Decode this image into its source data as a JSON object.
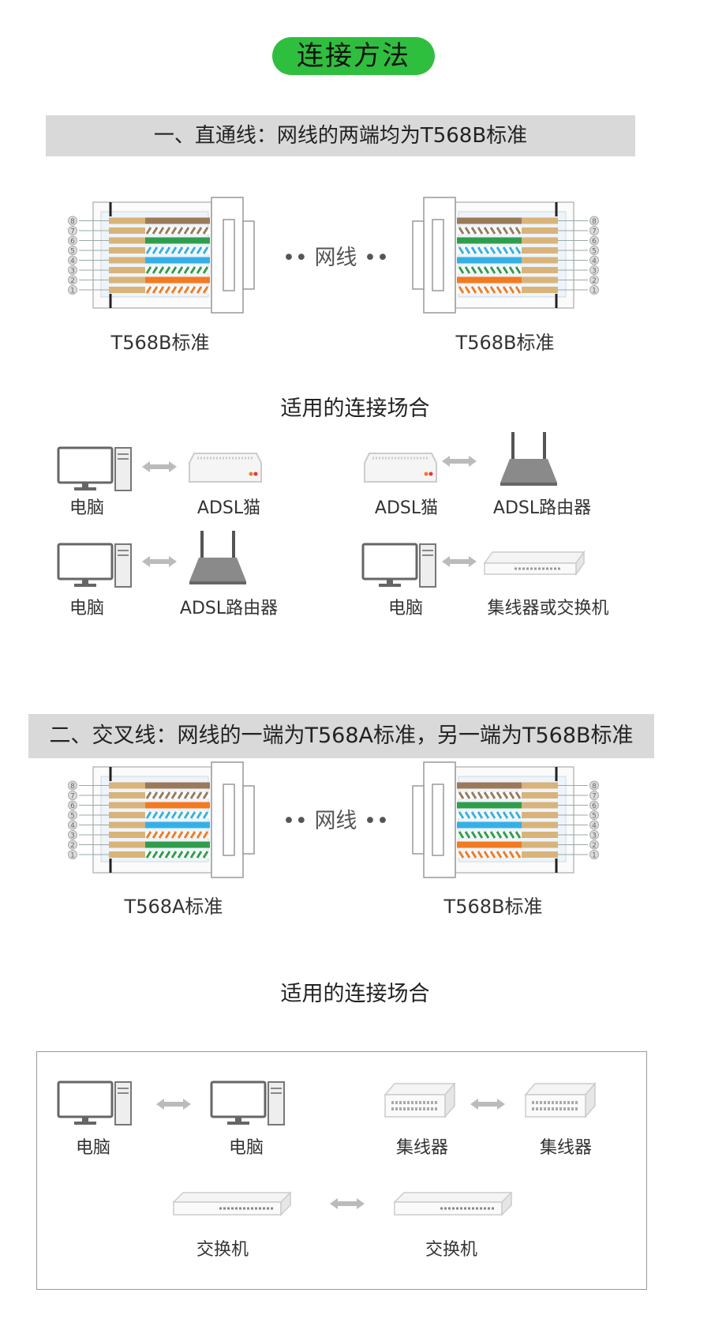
{
  "title": "连接方法",
  "section1": {
    "heading": "一、直通线：网线的两端均为T568B标准",
    "left_connector_label": "T568B标准",
    "right_connector_label": "T568B标准",
    "cable_label": "网线",
    "usage_title": "适用的连接场合",
    "pairs": [
      {
        "left": "电脑",
        "right": "ADSL猫"
      },
      {
        "left": "ADSL猫",
        "right": "ADSL路由器"
      },
      {
        "left": "电脑",
        "right": "ADSL路由器"
      },
      {
        "left": "电脑",
        "right": "集线器或交换机"
      }
    ]
  },
  "section2": {
    "heading": "二、交叉线：网线的一端为T568A标准，另一端为T568B标准",
    "left_connector_label": "T568A标准",
    "right_connector_label": "T568B标准",
    "cable_label": "网线",
    "usage_title": "适用的连接场合",
    "pairs": [
      {
        "left": "电脑",
        "right": "电脑"
      },
      {
        "left": "集线器",
        "right": "集线器"
      },
      {
        "left": "交换机",
        "right": "交换机"
      }
    ]
  },
  "pin_numbers": [
    "1",
    "2",
    "3",
    "4",
    "5",
    "6",
    "7",
    "8"
  ],
  "colors": {
    "title_pill": "#2fbf3e",
    "banner": "#d9d9d9",
    "wire_orange": "#f47a20",
    "wire_green": "#2f9e4b",
    "wire_blue": "#33b1e6",
    "wire_brown": "#9b7a5a",
    "wire_tan": "#d8b47a"
  }
}
